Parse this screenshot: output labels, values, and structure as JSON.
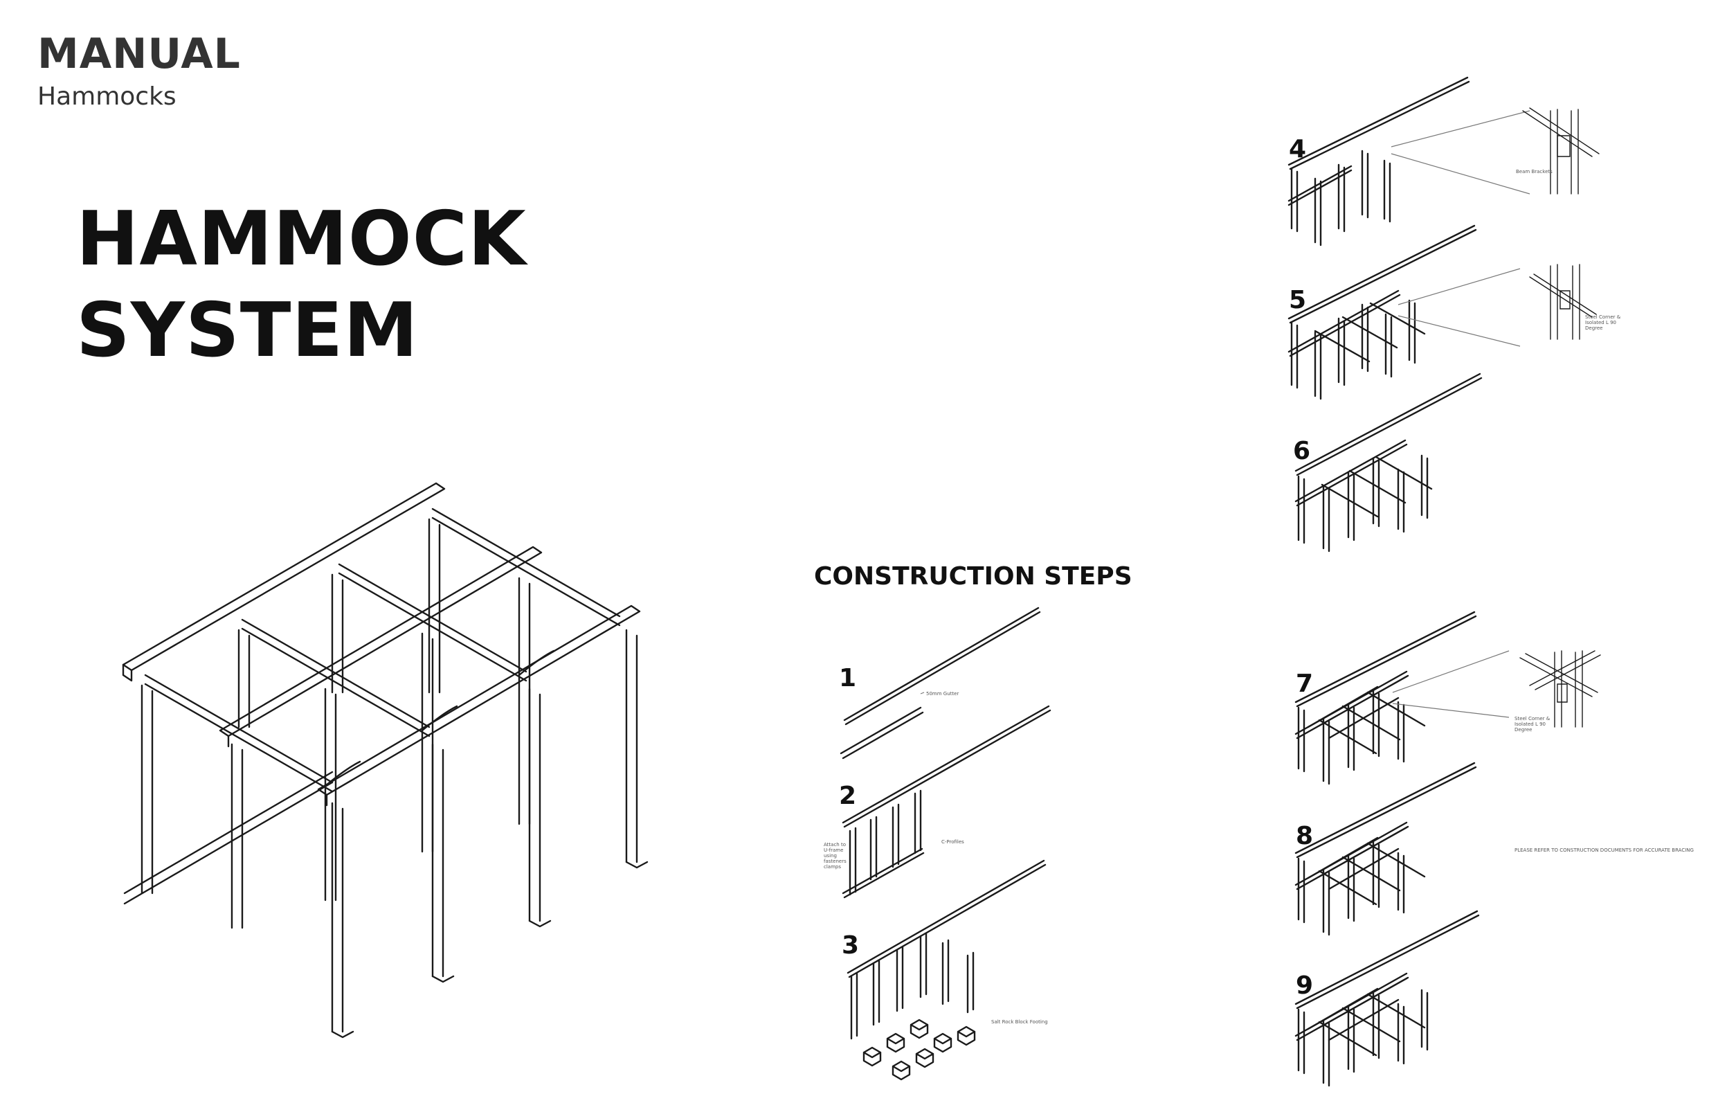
{
  "header": {
    "manual_label": "MANUAL",
    "subtitle": "Hammocks"
  },
  "main": {
    "title_line1": "HAMMOCK",
    "title_line2": "SYSTEM"
  },
  "construction": {
    "heading": "CONSTRUCTION STEPS",
    "steps": [
      "1",
      "2",
      "3",
      "4",
      "5",
      "6",
      "7",
      "8",
      "9"
    ],
    "notes": {
      "step1": "50mm Gutter",
      "step2_left": "Attach to U-frame using fasteners clamps",
      "step2_right": "C-Profiles",
      "step3": "Salt Rock Block Footing",
      "step4": "Beam Brackets",
      "step5": "Steel Corner & Isolated L 90 Degree",
      "step7": "Steel Corner & Isolated L 90 Degree",
      "step8": "PLEASE REFER TO CONSTRUCTION DOCUMENTS FOR ACCURATE BRACING"
    }
  },
  "icons": {
    "main_drawing": "isometric-frame-drawing",
    "step_drawing": "isometric-step-drawing",
    "detail": "connection-detail-drawing"
  },
  "colors": {
    "text": "#111111",
    "header_text": "#333333",
    "line": "#1a1a1a",
    "background": "#ffffff"
  }
}
